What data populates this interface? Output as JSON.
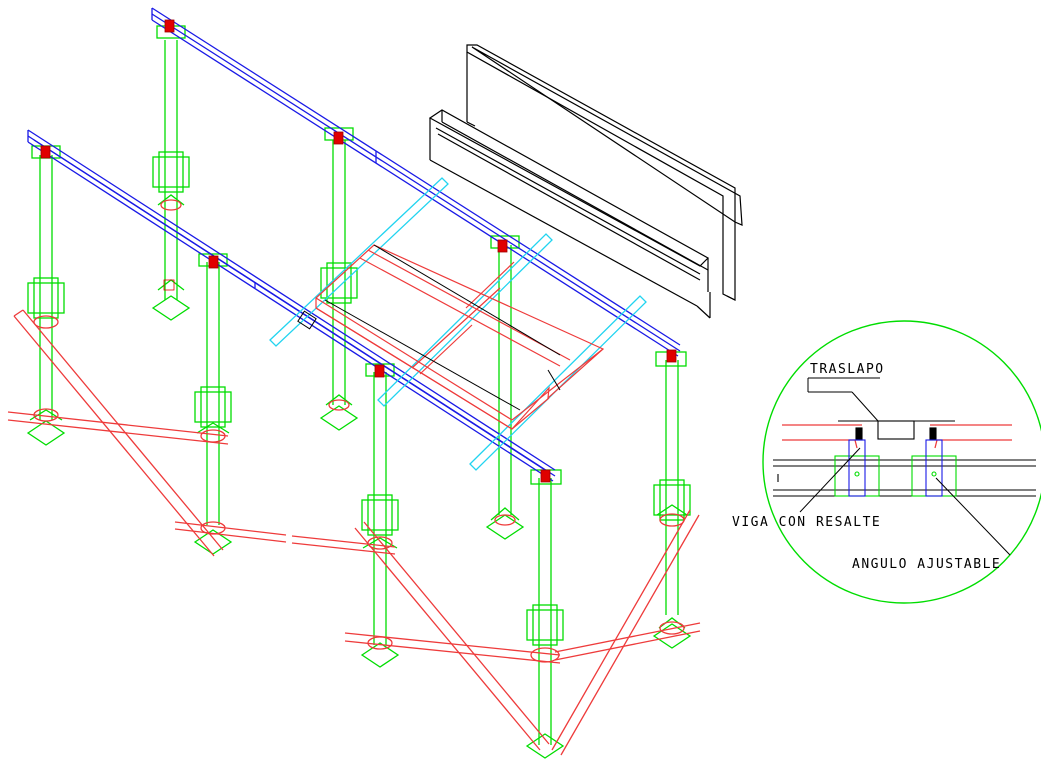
{
  "detail": {
    "labels": {
      "overlap": "TRASLAPO",
      "beam": "VIGA CON RESALTE",
      "angle": "ANGULO AJUSTABLE"
    }
  },
  "colors": {
    "prop": "#00dd00",
    "brace": "#ee3b3b",
    "main_beam": "#1a1ae6",
    "secondary_beam": "#22d4f0",
    "panel": "#ee3b3b",
    "form_plate": "#000000",
    "connector": "#e00000",
    "detail_circle": "#00dd00",
    "label": "#000000"
  }
}
